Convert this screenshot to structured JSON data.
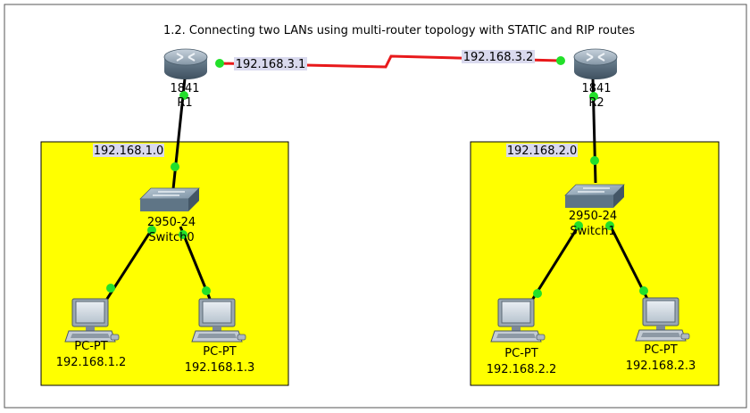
{
  "title": "1.2. Connecting two LANs using multi-router topology with STATIC and RIP routes",
  "colors": {
    "lan_area": "#ffff00",
    "serial_link": "#e8191b",
    "ethernet_link": "#000000",
    "link_up": "#22e02a",
    "label_bg": "#d9d9ee"
  },
  "serial_link": {
    "left_ip": "192.168.3.1",
    "right_ip": "192.168.3.2"
  },
  "routers": [
    {
      "model": "1841",
      "name": "R1",
      "icon": "router-icon"
    },
    {
      "model": "1841",
      "name": "R2",
      "icon": "router-icon"
    }
  ],
  "lans": [
    {
      "network": "192.168.1.0",
      "switch": {
        "model": "2950-24",
        "name": "Switch0",
        "icon": "switch-icon"
      },
      "pcs": [
        {
          "type": "PC-PT",
          "ip": "192.168.1.2",
          "icon": "pc-icon"
        },
        {
          "type": "PC-PT",
          "ip": "192.168.1.3",
          "icon": "pc-icon"
        }
      ]
    },
    {
      "network": "192.168.2.0",
      "switch": {
        "model": "2950-24",
        "name": "Switch1",
        "icon": "switch-icon"
      },
      "pcs": [
        {
          "type": "PC-PT",
          "ip": "192.168.2.2",
          "icon": "pc-icon"
        },
        {
          "type": "PC-PT",
          "ip": "192.168.2.3",
          "icon": "pc-icon"
        }
      ]
    }
  ]
}
